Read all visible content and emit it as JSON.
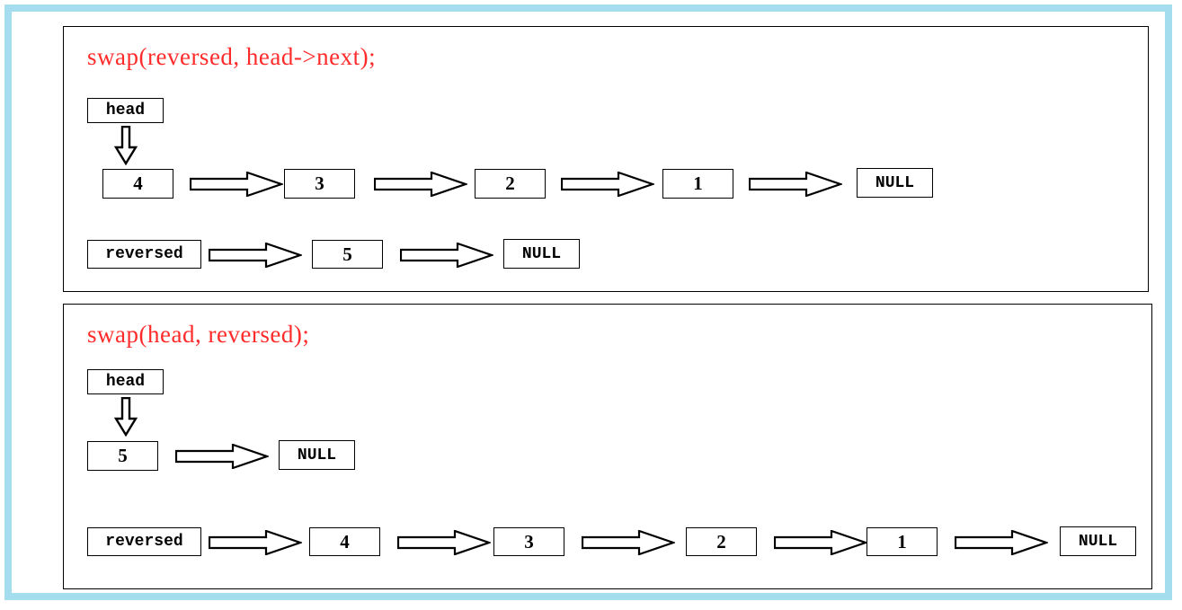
{
  "frame": {
    "border_color": "#a3ddee",
    "background": "#ffffff"
  },
  "code_color": "#ff2b2b",
  "panels": [
    {
      "id": "panel-0",
      "caption": "swap(reversed, head->next);",
      "pointer_label": "head",
      "pointer_arrow": "down-arrow-icon",
      "rows": [
        {
          "name": "head-list",
          "items": [
            "4",
            "3",
            "2",
            "1",
            "NULL"
          ],
          "kinds": [
            "num",
            "num",
            "num",
            "num",
            "null"
          ],
          "arrows": [
            "right-arrow-icon",
            "right-arrow-icon",
            "right-arrow-icon",
            "right-arrow-icon"
          ]
        },
        {
          "name": "reversed-list",
          "items": [
            "reversed",
            "5",
            "NULL"
          ],
          "kinds": [
            "ptr",
            "num",
            "null"
          ],
          "arrows": [
            "right-arrow-icon",
            "right-arrow-icon"
          ]
        }
      ]
    },
    {
      "id": "panel-1",
      "caption": "swap(head, reversed);",
      "pointer_label": "head",
      "pointer_arrow": "down-arrow-icon",
      "rows": [
        {
          "name": "head-list",
          "items": [
            "5",
            "NULL"
          ],
          "kinds": [
            "num",
            "null"
          ],
          "arrows": [
            "right-arrow-icon"
          ]
        },
        {
          "name": "reversed-list",
          "items": [
            "reversed",
            "4",
            "3",
            "2",
            "1",
            "NULL"
          ],
          "kinds": [
            "ptr",
            "num",
            "num",
            "num",
            "num",
            "null"
          ],
          "arrows": [
            "right-arrow-icon",
            "right-arrow-icon",
            "right-arrow-icon",
            "right-arrow-icon",
            "right-arrow-icon"
          ]
        }
      ]
    }
  ]
}
